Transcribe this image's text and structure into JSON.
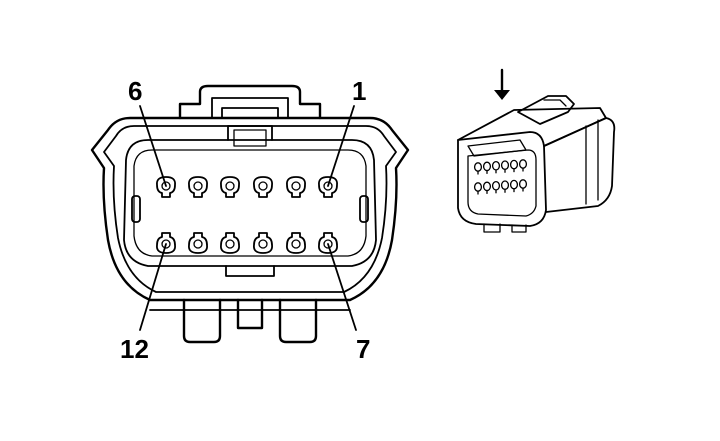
{
  "labels": {
    "top_left": "6",
    "top_right": "1",
    "bottom_left": "12",
    "bottom_right": "7"
  }
}
